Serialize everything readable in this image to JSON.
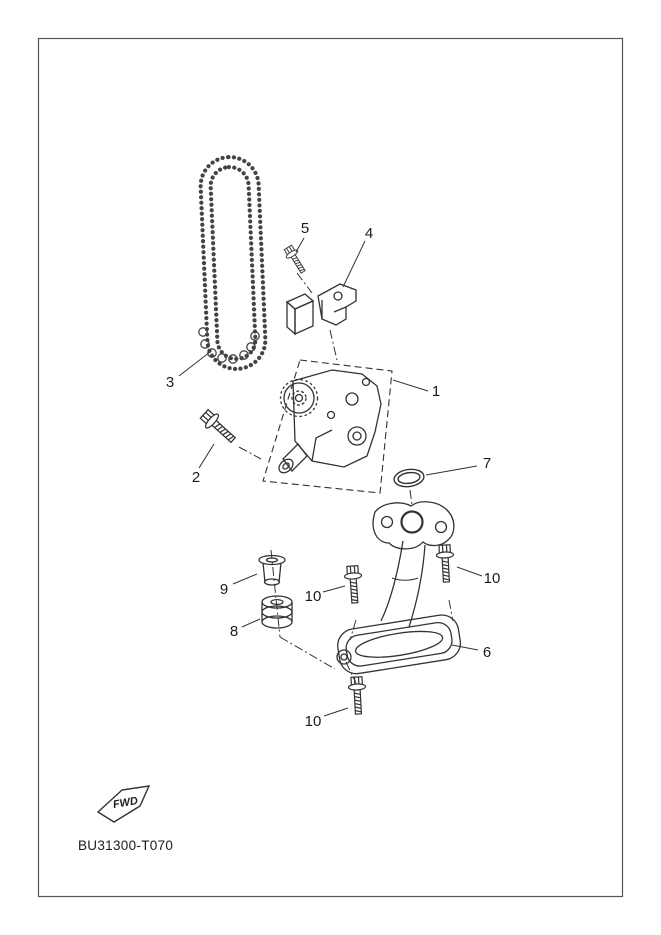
{
  "diagram": {
    "code": "BU31300-T070",
    "fwd": "FWD",
    "callouts": {
      "c1": "1",
      "c2": "2",
      "c3": "3",
      "c4": "4",
      "c5": "5",
      "c6": "6",
      "c7": "7",
      "c8": "8",
      "c9": "9",
      "c10a": "10",
      "c10b": "10",
      "c10c": "10"
    },
    "colors": {
      "line": "#333333",
      "background": "#ffffff"
    }
  }
}
